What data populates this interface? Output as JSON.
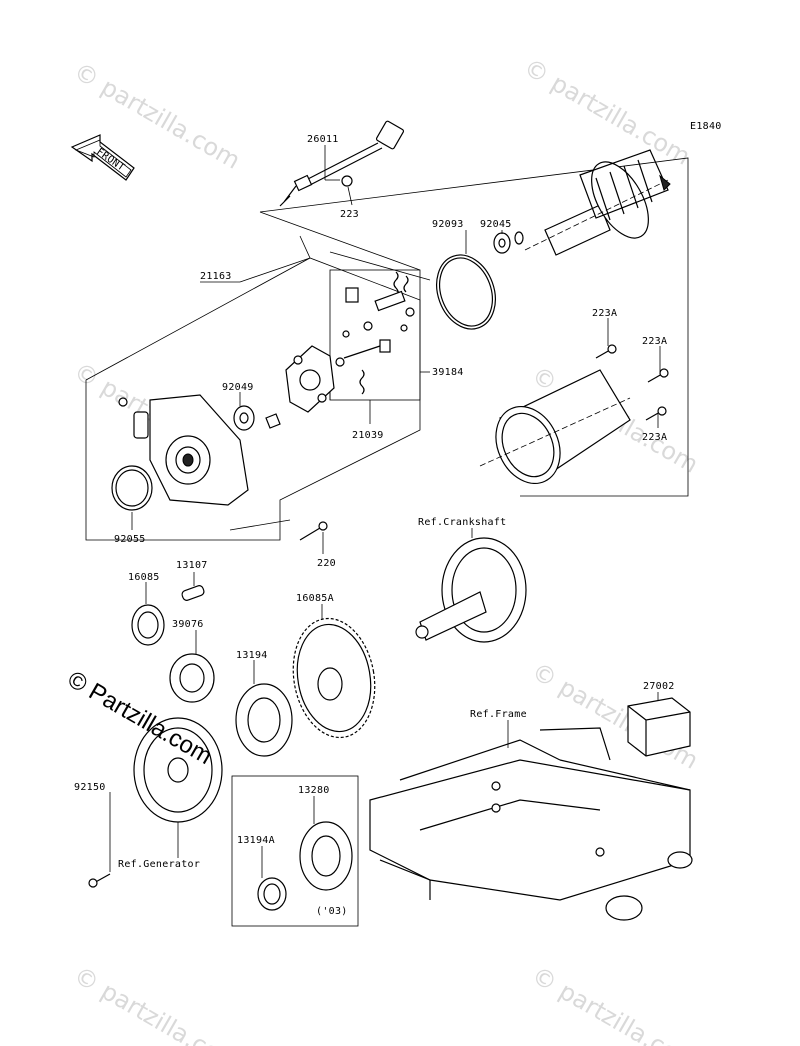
{
  "diagram_code": "E1840",
  "front_label": "FRONT",
  "copyright": "© Partzilla.com",
  "watermark": "© partzilla.com",
  "callouts": {
    "p26011": "26011",
    "p223": "223",
    "p92093": "92093",
    "p92045": "92045",
    "p21163": "21163",
    "p223A_1": "223A",
    "p223A_2": "223A",
    "p223A_3": "223A",
    "p39184": "39184",
    "p92049": "92049",
    "p21039": "21039",
    "p92055": "92055",
    "p220": "220",
    "ref_crankshaft": "Ref.Crankshaft",
    "p13107": "13107",
    "p16085": "16085",
    "p16085A": "16085A",
    "p39076": "39076",
    "p13194": "13194",
    "p27002": "27002",
    "ref_frame": "Ref.Frame",
    "p92150": "92150",
    "p13280": "13280",
    "p13194A": "13194A",
    "year_note": "('03)",
    "ref_generator": "Ref.Generator"
  }
}
